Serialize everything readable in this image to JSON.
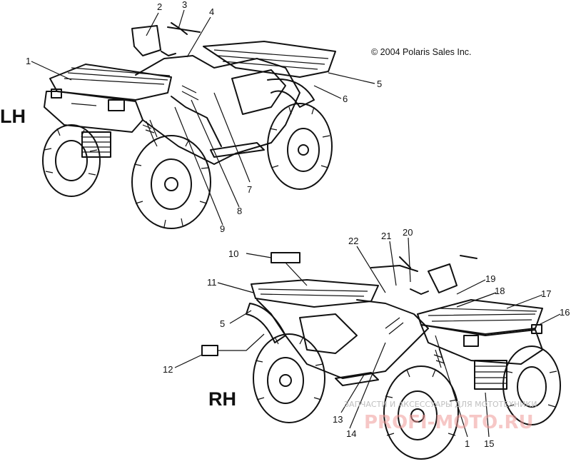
{
  "copyright": "© 2004 Polaris Sales Inc.",
  "views": {
    "left": {
      "label": "LH"
    },
    "right": {
      "label": "RH"
    }
  },
  "callouts_left": [
    "1",
    "2",
    "3",
    "4",
    "5",
    "6",
    "7",
    "8",
    "9"
  ],
  "callouts_right": [
    "10",
    "11",
    "5",
    "12",
    "22",
    "21",
    "20",
    "19",
    "18",
    "17",
    "16",
    "13",
    "14",
    "1",
    "15"
  ],
  "watermark": {
    "small_text": "ЗАПЧАСТИ И АКСЕССУАРЫ ДЛЯ МОТОТЕХНИКИ",
    "big_text": "PROFI-MOTO.RU"
  },
  "colors": {
    "ink": "#111111",
    "background": "#ffffff",
    "watermark": "#ef9a98"
  }
}
